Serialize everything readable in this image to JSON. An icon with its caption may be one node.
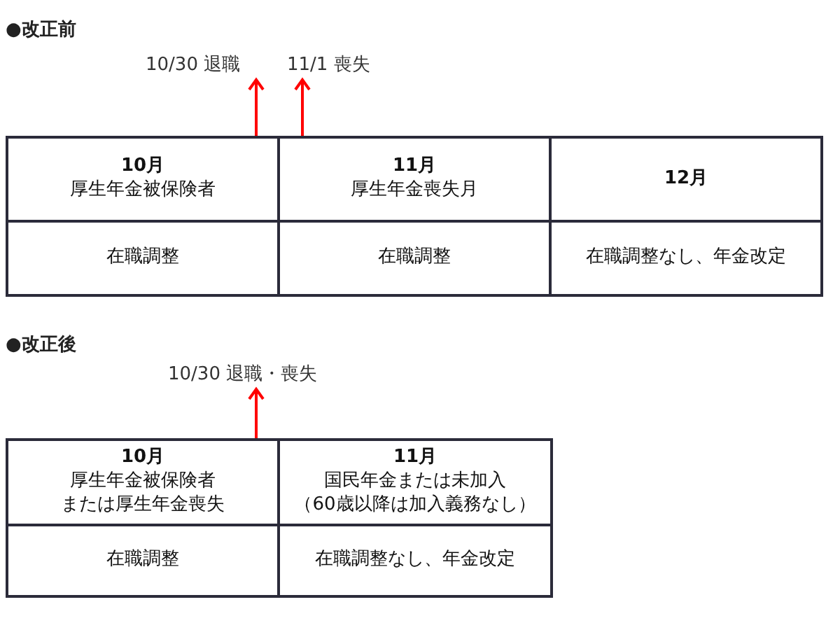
{
  "diagram": {
    "nodes": [
      {
        "text": [
          "10/30 退職"
        ]
      },
      {
        "text": [
          "11/1 喪失"
        ]
      },
      {
        "text": [
          "10月",
          "厚生年金被保険者"
        ]
      },
      {
        "text": [
          "11月",
          "厚生年金喪失月"
        ]
      },
      {
        "text": [
          "12月"
        ]
      },
      {
        "text": [
          "在職調整"
        ]
      },
      {
        "text": [
          "在職調整"
        ]
      },
      {
        "text": [
          "在職調整なし、年金改定"
        ]
      },
      {
        "text": [
          "10/30 退職・喪失"
        ]
      },
      {
        "text": [
          "10月",
          "厚生年金被保険者または厚生年金喪失"
        ]
      },
      {
        "text": [
          "11月",
          "国民年金または未加入（60歳以降は加入義務なし）"
        ]
      },
      {
        "text": [
          "在職調整"
        ]
      },
      {
        "text": [
          "在職調整なし、年金改定"
        ]
      }
    ],
    "edges": [
      {
        "from": 2,
        "to": 0,
        "arrow": "to"
      },
      {
        "from": 3,
        "to": 1,
        "arrow": "to"
      },
      {
        "from": 9,
        "to": 8,
        "arrow": "to"
      }
    ],
    "labels": [
      "●改正前",
      "●改正後"
    ]
  }
}
